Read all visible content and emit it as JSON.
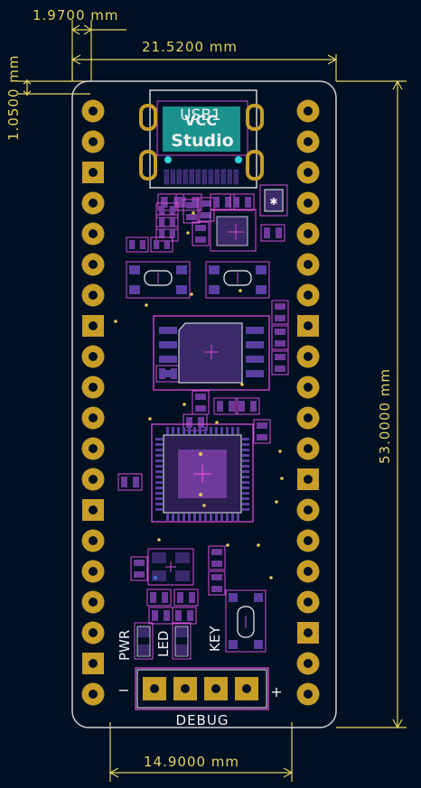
{
  "dimensions": {
    "top_offset": "1.9700 mm",
    "board_width": "21.5200 mm",
    "left_offset": "1.0500 mm",
    "board_height": "53.0000 mm",
    "debug_span": "14.9000 mm"
  },
  "silkscreen": {
    "usb_ref": "USB1",
    "usb_logo_line1": "VCC",
    "usb_logo_line2": "Studio",
    "pwr_label": "PWR",
    "led_label": "LED",
    "key_label": "KEY",
    "debug_label": "DEBUG",
    "minus": "−",
    "plus": "+"
  },
  "colors": {
    "background": "#001023",
    "dimension": "#e5d35f",
    "pad": "#c89e28",
    "pad_hole": "#001023",
    "courtyard": "#d74bd5",
    "fab": "#6f3a9a",
    "silk": "#f0f0f0",
    "edge": "#d0d0d0",
    "teal": "#1ea8a0"
  }
}
